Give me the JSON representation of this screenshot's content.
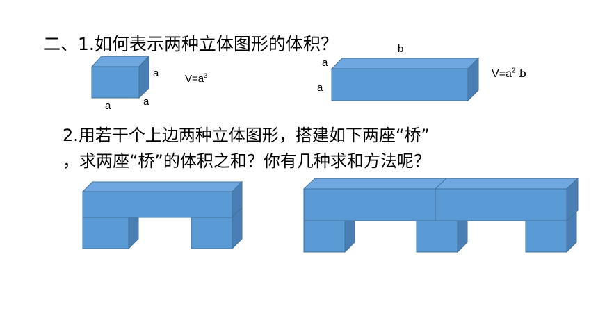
{
  "question1": {
    "prefix": "二、1.",
    "text": "如何表示两种立体图形的体积？"
  },
  "cube": {
    "label_right": "a",
    "label_bottom": "a",
    "label_depth": "a",
    "formula_base": "V=a",
    "formula_exp": "3"
  },
  "prism": {
    "label_top": "b",
    "label_left_top": "a",
    "label_left": "a",
    "formula_base": "V=a",
    "formula_exp": "2",
    "formula_tail": " b"
  },
  "question2": {
    "line1_prefix": "2.",
    "line1": "用若干个上边两种立体图形，搭建如下两座“桥”",
    "line2": "，求两座“桥”的体积之和？你有几种求和方法呢？"
  },
  "colors": {
    "front": "#5b9bd5",
    "top": "#6fa8e0",
    "side": "#4a7fb5",
    "edge": "#41719c"
  }
}
